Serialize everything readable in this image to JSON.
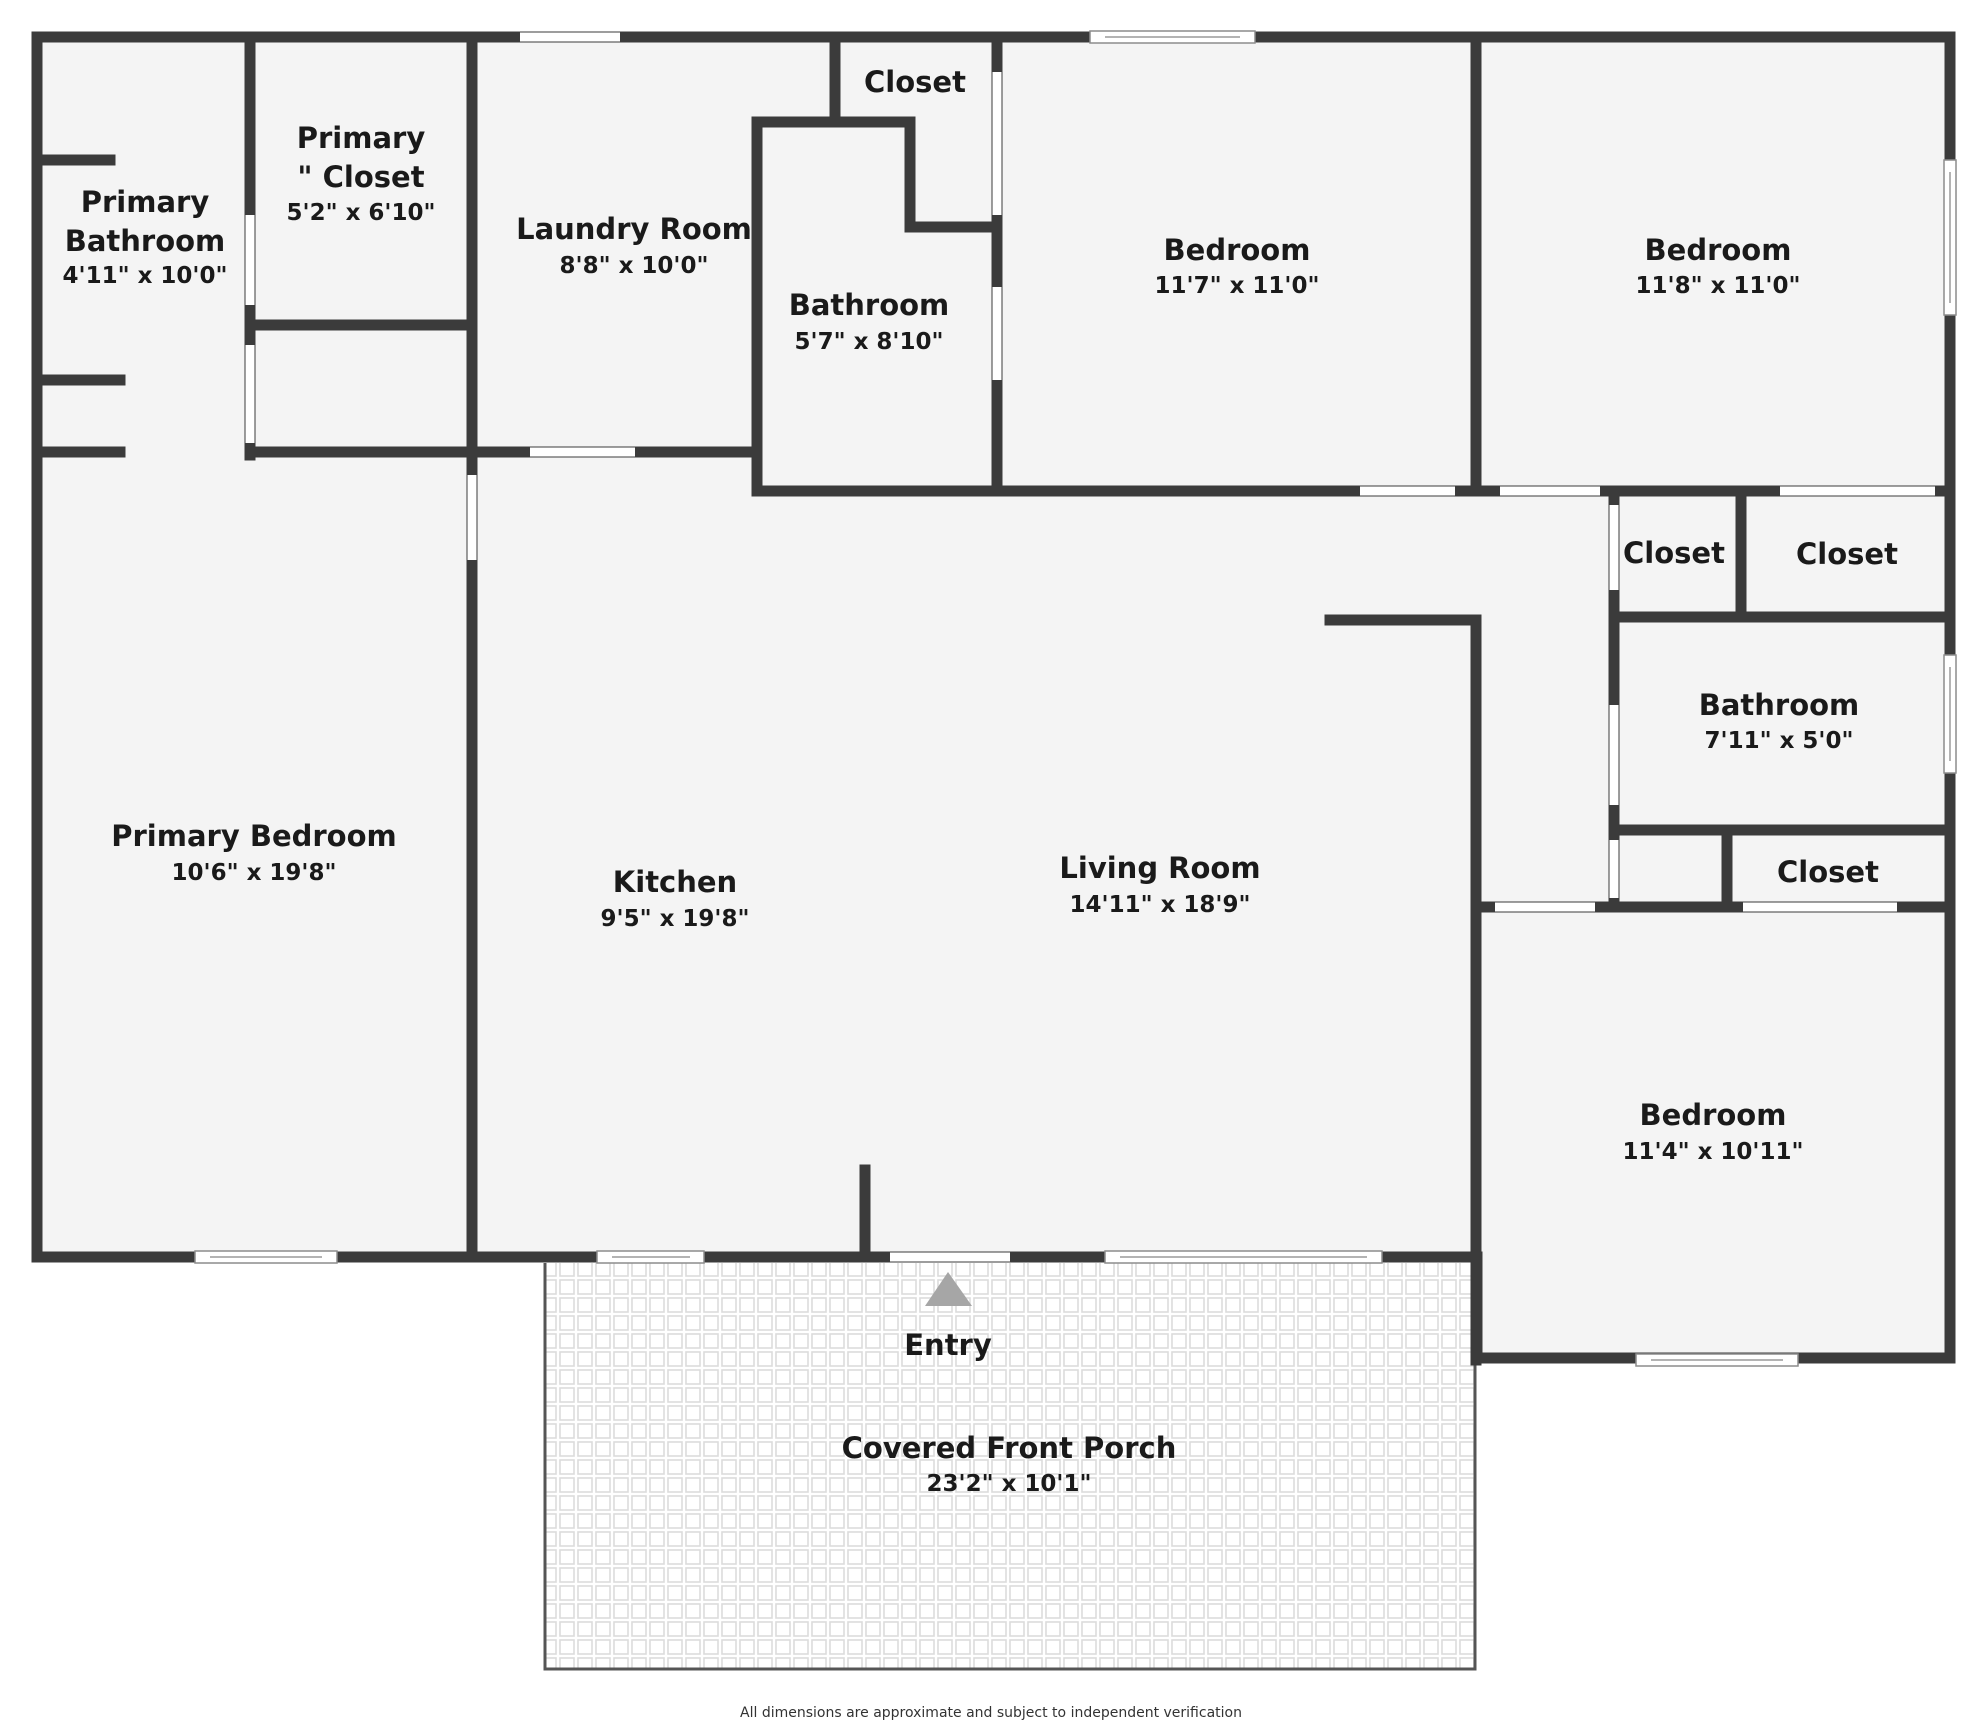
{
  "rooms": {
    "primary_bathroom": {
      "name_line1": "Primary",
      "name_line2": "Bathroom",
      "dims": "4'11\" x 10'0\""
    },
    "primary_closet": {
      "name_line1": "Primary",
      "name_line2": "\" Closet",
      "dims": "5'2\" x 6'10\""
    },
    "laundry_room": {
      "name": "Laundry Room",
      "dims": "8'8\" x 10'0\""
    },
    "top_closet": {
      "name": "Closet"
    },
    "bathroom_center": {
      "name": "Bathroom",
      "dims": "5'7\" x 8'10\""
    },
    "bedroom_top_middle": {
      "name": "Bedroom",
      "dims": "11'7\" x 11'0\""
    },
    "bedroom_top_right": {
      "name": "Bedroom",
      "dims": "11'8\" x 11'0\""
    },
    "closet_right_1": {
      "name": "Closet"
    },
    "closet_right_2": {
      "name": "Closet"
    },
    "bathroom_right": {
      "name": "Bathroom",
      "dims": "7'11\" x 5'0\""
    },
    "closet_right_3": {
      "name": "Closet"
    },
    "primary_bedroom": {
      "name": "Primary Bedroom",
      "dims": "10'6\" x 19'8\""
    },
    "kitchen": {
      "name": "Kitchen",
      "dims": "9'5\" x 19'8\""
    },
    "living_room": {
      "name": "Living Room",
      "dims": "14'11\" x 18'9\""
    },
    "bedroom_bottom_right": {
      "name": "Bedroom",
      "dims": "11'4\" x 10'11\""
    },
    "porch": {
      "name": "Covered Front Porch",
      "dims": "23'2\" x 10'1\""
    }
  },
  "entry_label": "Entry",
  "footnote": "All dimensions are approximate and subject to independent verification",
  "colors": {
    "wall": "#3b3b3b",
    "floor": "#f4f4f4",
    "porch_tile": "#e2e2e2",
    "entry_arrow": "#a6a6a6"
  }
}
